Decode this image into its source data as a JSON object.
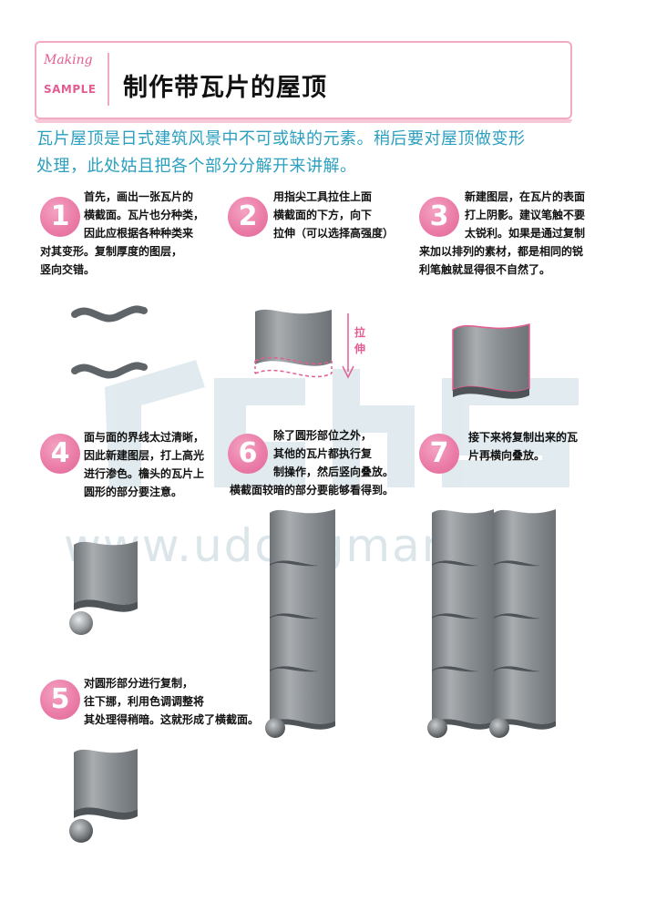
{
  "header": {
    "making": "Making",
    "sample": "SAMPLE",
    "title": "制作带瓦片的屋顶"
  },
  "intro": {
    "line1": "瓦片屋顶是日式建筑风景中不可或缺的元素。稍后要对屋顶做变形",
    "line2": "处理，此处姑且把各个部分分解开来讲解。"
  },
  "steps": [
    {
      "number": "1",
      "lines": [
        "首先，画出一张瓦片的",
        "横截面。瓦片也分种类，",
        "因此应根据各种种类来",
        "对其变形。复制厚度的图层，",
        "竖向交错。"
      ]
    },
    {
      "number": "2",
      "lines": [
        "用指尖工具拉住上面",
        "横截面的下方，向下",
        "拉伸（可以选择高强度）"
      ]
    },
    {
      "number": "3",
      "lines": [
        "新建图层，在瓦片的表面",
        "打上阴影。建议笔触不要",
        "太锐利。如果是通过复制",
        "来加以排列的素材，都是相同的锐",
        "利笔触就显得很不自然了。"
      ]
    },
    {
      "number": "4",
      "lines": [
        "面与面的界线太过清晰，",
        "因此新建图层，打上高光",
        "进行渗色。檐头的瓦片上",
        "圆形的部分要注意。"
      ]
    },
    {
      "number": "5",
      "lines": [
        "对圆形部分进行复制，",
        "往下挪，利用色调调整将",
        "其处理得稍暗。这就形成了横截面。"
      ]
    },
    {
      "number": "6",
      "lines": [
        "除了圆形部位之外，",
        "其他的瓦片都执行复",
        "制操作，然后竖向叠放。",
        "横截面较暗的部分要能够看得到。"
      ]
    },
    {
      "number": "7",
      "lines": [
        "接下来将复制出来的瓦",
        "片再横向叠放。"
      ]
    }
  ],
  "pull_label": "拉伸",
  "watermark": "www.udongman.cn",
  "colors": {
    "accent": "#e35d93",
    "intro": "#2a9fbf",
    "tile": "#8a8f93"
  }
}
